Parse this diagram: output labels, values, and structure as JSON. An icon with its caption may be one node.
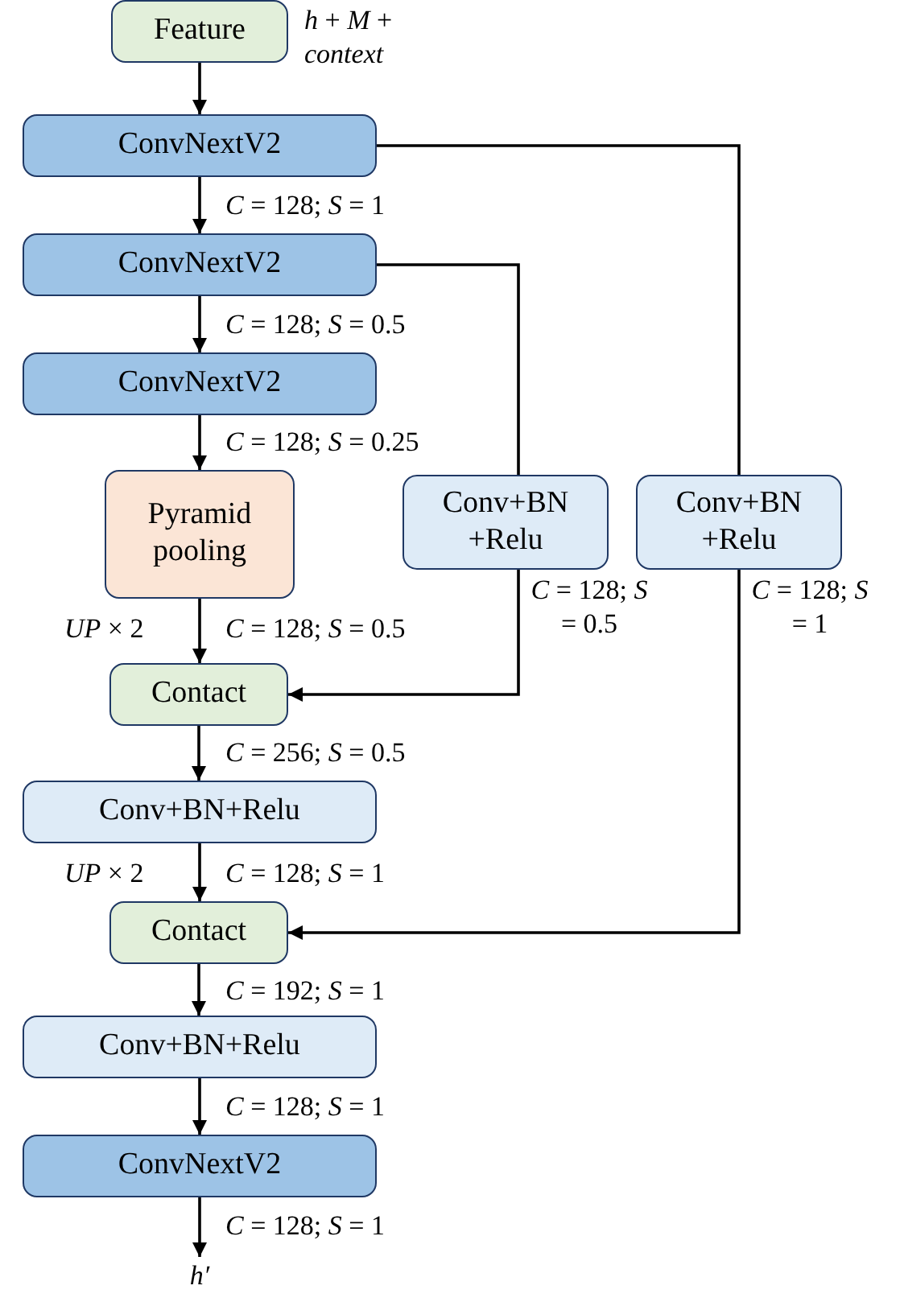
{
  "diagram": {
    "nodes": [
      {
        "text": [
          "Feature"
        ],
        "beside": [
          "*h* + *M* + *context*"
        ]
      },
      {
        "text": [
          "ConvNextV2"
        ]
      },
      {
        "text": [
          "ConvNextV2"
        ]
      },
      {
        "text": [
          "ConvNextV2"
        ]
      },
      {
        "text": [
          "Pyramid pooling"
        ]
      },
      {
        "text": [
          "Conv+BN +Relu"
        ]
      },
      {
        "text": [
          "Conv+BN +Relu"
        ]
      },
      {
        "text": [
          "Contact"
        ]
      },
      {
        "text": [
          "Conv+BN+Relu"
        ]
      },
      {
        "text": [
          "Contact"
        ]
      },
      {
        "text": [
          "Conv+BN+Relu"
        ]
      },
      {
        "text": [
          "ConvNextV2"
        ]
      },
      {
        "text": [
          "*h*′"
        ]
      }
    ],
    "edges": [
      {
        "from": 0,
        "to": 1,
        "arrow": "to"
      },
      {
        "from": 1,
        "to": 2,
        "arrow": "to",
        "label": "*C* = 128; *S* = 1"
      },
      {
        "from": 2,
        "to": 3,
        "arrow": "to",
        "label": "*C* = 128; *S* = 0.5"
      },
      {
        "from": 3,
        "to": 4,
        "arrow": "to",
        "label": "*C* = 128; *S* = 0.25"
      },
      {
        "from": 4,
        "to": 7,
        "arrow": "to",
        "label": "*C* = 128; *S* = 0.5"
      },
      {
        "from": 2,
        "to": 5,
        "arrow": "none"
      },
      {
        "from": 1,
        "to": 6,
        "arrow": "none"
      },
      {
        "from": 5,
        "to": 7,
        "arrow": "to",
        "label": "*C* = 128; *S* = 0.5"
      },
      {
        "from": 6,
        "to": 9,
        "arrow": "to",
        "label": "*C* = 128; *S* = 1"
      },
      {
        "from": 7,
        "to": 8,
        "arrow": "to",
        "label": "*C* = 256; *S* = 0.5"
      },
      {
        "from": 8,
        "to": 9,
        "arrow": "to",
        "label": "*C* = 128; *S* = 1"
      },
      {
        "from": 9,
        "to": 10,
        "arrow": "to",
        "label": "*C* = 192; *S* = 1"
      },
      {
        "from": 10,
        "to": 11,
        "arrow": "to",
        "label": "*C* = 128; *S* = 1"
      },
      {
        "from": 11,
        "to": 12,
        "arrow": "to",
        "label": "*C* = 128; *S* = 1"
      }
    ],
    "labels": [
      "*UP* × 2",
      "*UP* × 2"
    ]
  }
}
